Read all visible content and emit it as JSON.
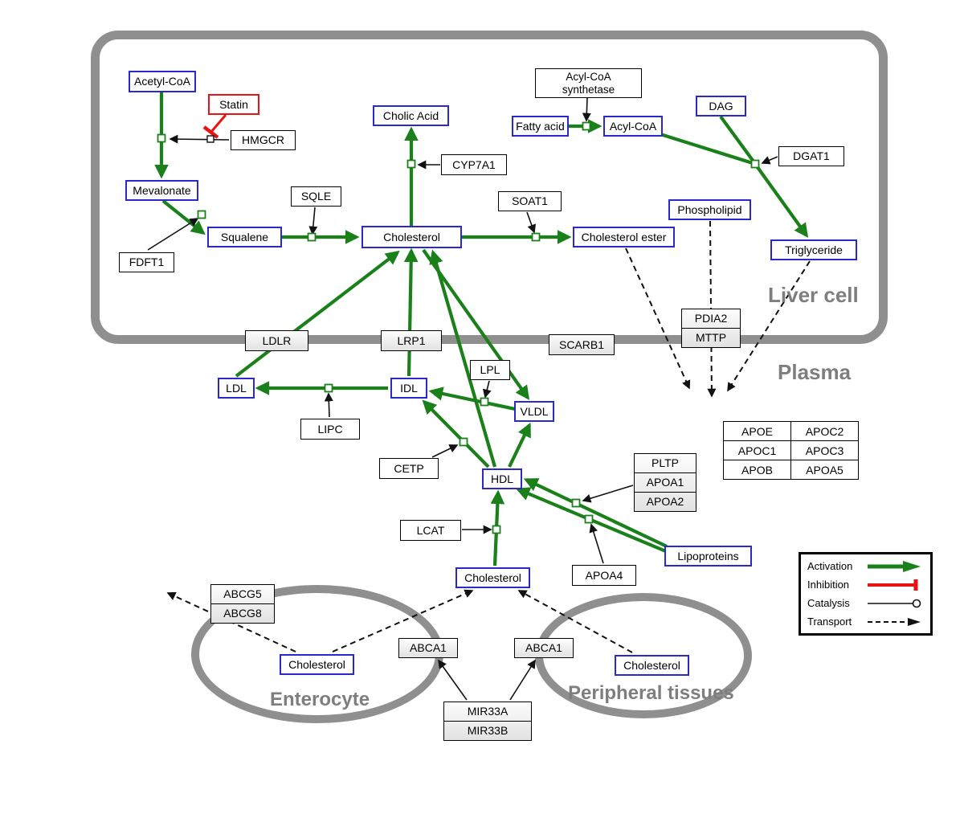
{
  "regions": {
    "liver_cell": "Liver cell",
    "plasma": "Plasma",
    "enterocyte": "Enterocyte",
    "peripheral_tissues": "Peripheral tissues"
  },
  "metabolites": {
    "acetyl_coa": "Acetyl-CoA",
    "mevalonate": "Mevalonate",
    "squalene": "Squalene",
    "cholic_acid": "Cholic Acid",
    "cholesterol_liver": "Cholesterol",
    "fatty_acid": "Fatty acid",
    "acyl_coa": "Acyl-CoA",
    "dag": "DAG",
    "phospholipid": "Phospholipid",
    "cholesterol_ester": "Cholesterol ester",
    "triglyceride": "Triglyceride",
    "ldl": "LDL",
    "idl": "IDL",
    "vldl": "VLDL",
    "hdl": "HDL",
    "lipoproteins": "Lipoproteins",
    "cholesterol_plasma": "Cholesterol",
    "cholesterol_enterocyte": "Cholesterol",
    "cholesterol_peripheral": "Cholesterol"
  },
  "inhibitors": {
    "statin": "Statin"
  },
  "genes": {
    "hmgcr": "HMGCR",
    "sqle": "SQLE",
    "fdft1": "FDFT1",
    "cyp7a1": "CYP7A1",
    "soat1": "SOAT1",
    "acyl_coa_synthetase_line1": "Acyl-CoA",
    "acyl_coa_synthetase_line2": "synthetase",
    "dgat1": "DGAT1",
    "ldlr": "LDLR",
    "lrp1": "LRP1",
    "scarb1": "SCARB1",
    "lpl": "LPL",
    "lipc": "LIPC",
    "cetp": "CETP",
    "lcat": "LCAT",
    "apoa4": "APOA4",
    "abca1_left": "ABCA1",
    "abca1_right": "ABCA1"
  },
  "stacks": {
    "pdia2_mttp": [
      "PDIA2",
      "MTTP"
    ],
    "pltp_apoa": [
      "PLTP",
      "APOA1",
      "APOA2"
    ],
    "abcg": [
      "ABCG5",
      "ABCG8"
    ],
    "mir33": [
      "MIR33A",
      "MIR33B"
    ]
  },
  "apo_table": {
    "rows": [
      [
        "APOE",
        "APOC2"
      ],
      [
        "APOC1",
        "APOC3"
      ],
      [
        "APOB",
        "APOA5"
      ]
    ]
  },
  "legend": {
    "activation": "Activation",
    "inhibition": "Inhibition",
    "catalysis": "Catalysis",
    "transport": "Transport"
  },
  "colors": {
    "activation_green": "#1a801a",
    "inhibition_red": "#e81313",
    "metabolite_blue": "#2929cc",
    "membrane_gray": "#8f8f8f"
  }
}
